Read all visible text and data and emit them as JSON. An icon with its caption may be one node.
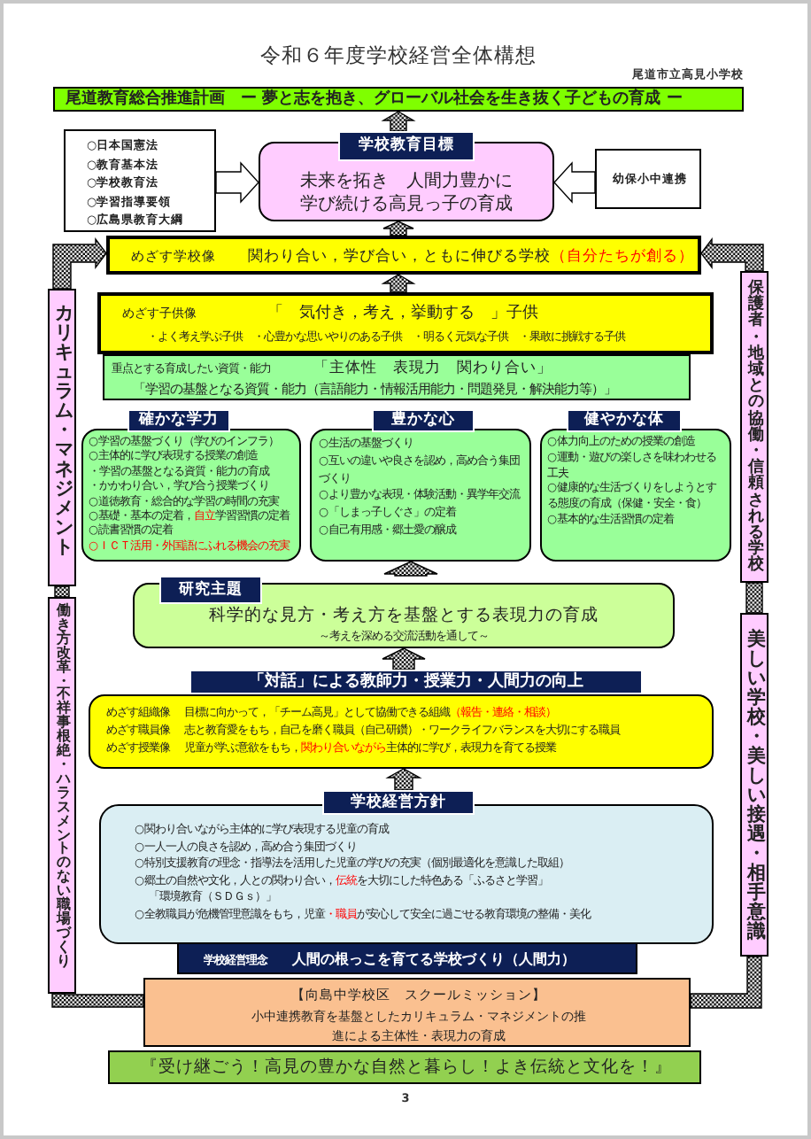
{
  "diagram": {
    "title": "令和６年度学校経営全体構想",
    "nodes": [
      {
        "text": [
          "尾道教育総合推進計画　ー 夢と志を抱き、グローバル社会を生き抜く子どもの育成 ー"
        ]
      },
      {
        "text": [
          "○日本国憲法",
          "○教育基本法",
          "○学校教育法",
          "○学習指導要領",
          "○広島県教育大綱"
        ]
      },
      {
        "text": [
          "学校教育目標",
          "未来を拓き　人間力豊かに学び続ける高見っ子の育成"
        ]
      },
      {
        "text": [
          "幼保小中連携"
        ]
      },
      {
        "text": [
          "めざす学校像",
          "関わり合い，学び合い，ともに伸びる学校**（自分たちが創る）**"
        ]
      },
      {
        "text": [
          "カリキュラム・マネジメント"
        ]
      },
      {
        "text": [
          "保護者・地域との協働・信頼される学校"
        ]
      },
      {
        "text": [
          "めざす子供像",
          "「　気付き，考え，挙動する　」子供",
          "・よく考え学ぶ子供　・心豊かな思いやりのある子供　・明るく元気な子供　・果敢に挑戦する子供"
        ]
      },
      {
        "text": [
          "重点とする育成したい資質・能力",
          "「主体性　表現力　関わり合い」",
          "「学習の基盤となる資質・能力（言語能力・情報活用能力・問題発見・解決能力等）」"
        ]
      },
      {
        "text": [
          "確かな学力",
          "○学習の基盤づくり（学びのインフラ）",
          "○主体的に学び表現する授業の創造",
          "・学習の基盤となる資質・能力の育成",
          "・かかわり合い，学び合う授業づくり",
          "○道徳教育・総合的な学習の時間の充実",
          "○基礎・基本の定着，**自立**学習習慣の定着",
          "○読書習慣の定着",
          "**○ＩＣＴ活用・外国語にふれる機会の充実**"
        ]
      },
      {
        "text": [
          "豊かな心",
          "○生活の基盤づくり",
          "○互いの違いや良さを認め，高め合う集団づくり",
          "○より豊かな表現・体験活動・異学年交流",
          "○「しまっ子しぐさ」の定着",
          "○自己有用感・郷土愛の醸成"
        ]
      },
      {
        "text": [
          "健やかな体",
          "○体力向上のための授業の創造",
          "○運動・遊びの楽しさを味わわせる工夫",
          "○健康的な生活づくりをしようとする態度の育成（保健・安全・食）",
          "○基本的な生活習慣の定着"
        ]
      },
      {
        "text": [
          "研究主題",
          "科学的な見方・考え方を基盤とする表現力の育成",
          "～考えを深める交流活動を通して～"
        ]
      },
      {
        "text": [
          "「対話」による教師力・授業力・人間力の向上",
          "めざす組織像",
          "目標に向かって，「チーム高見」として協働できる組織**（報告・連絡・相談）**",
          "めざす職員像",
          "志と教育愛をもち，自己を磨く職員（自己研鑽）・ワークライフバランスを大切にする職員",
          "めざす授業像",
          "児童が学ぶ意欲をもち，**関わり合いながら**主体的に学び，表現力を育てる授業"
        ]
      },
      {
        "text": [
          "学校経営方針",
          "○関わり合いながら主体的に学び表現する児童の育成",
          "○一人一人の良さを認め，高め合う集団づくり",
          "○特別支援教育の理念・指導法を活用した児童の学びの充実（個別最適化を意識した取組）",
          "○郷土の自然や文化，人との関わり合い，**伝統**を大切にした特色ある「ふるさと学習」",
          "「環境教育（ＳＤＧｓ）」",
          "○全教職員が危機管理意識をもち，児童**・職員**が安心して安全に過ごせる教育環境の整備・美化"
        ]
      },
      {
        "text": [
          "学校経営理念",
          "人間の根っこを育てる学校づくり（人間力）"
        ]
      },
      {
        "text": [
          "働き方改革・不祥事根絶・ハラスメントのない職場づくり"
        ]
      },
      {
        "text": [
          "美しい学校・美しい接遇・相手意識"
        ]
      },
      {
        "text": [
          "【向島中学校区　スクールミッション】",
          "小中連携教育を基盤としたカリキュラム・マネジメントの推進による主体性・表現力の育成"
        ]
      },
      {
        "text": [
          "『受け継ごう！高見の豊かな自然と暮らし！よき伝統と文化を！』"
        ]
      }
    ],
    "edges": [
      {
        "from": 1,
        "to": 2,
        "arrow": "to"
      },
      {
        "from": 3,
        "to": 2,
        "arrow": "to"
      },
      {
        "from": 2,
        "to": 0,
        "arrow": "to"
      },
      {
        "from": 4,
        "to": 2,
        "arrow": "to"
      },
      {
        "from": 7,
        "to": 4,
        "arrow": "to"
      },
      {
        "from": 5,
        "to": 4,
        "arrow": "to"
      },
      {
        "from": 6,
        "to": 4,
        "arrow": "to"
      },
      {
        "from": 12,
        "to": 10,
        "arrow": "to"
      },
      {
        "from": 13,
        "to": 12,
        "arrow": "to"
      },
      {
        "from": 14,
        "to": 13,
        "arrow": "to"
      },
      {
        "from": 5,
        "to": 16,
        "arrow": "none"
      },
      {
        "from": 6,
        "to": 17,
        "arrow": "none"
      },
      {
        "from": 16,
        "to": 18,
        "arrow": "none"
      },
      {
        "from": 17,
        "to": 18,
        "arrow": "none"
      }
    ],
    "labels": [
      "尾道市立高見小学校",
      "3"
    ]
  }
}
